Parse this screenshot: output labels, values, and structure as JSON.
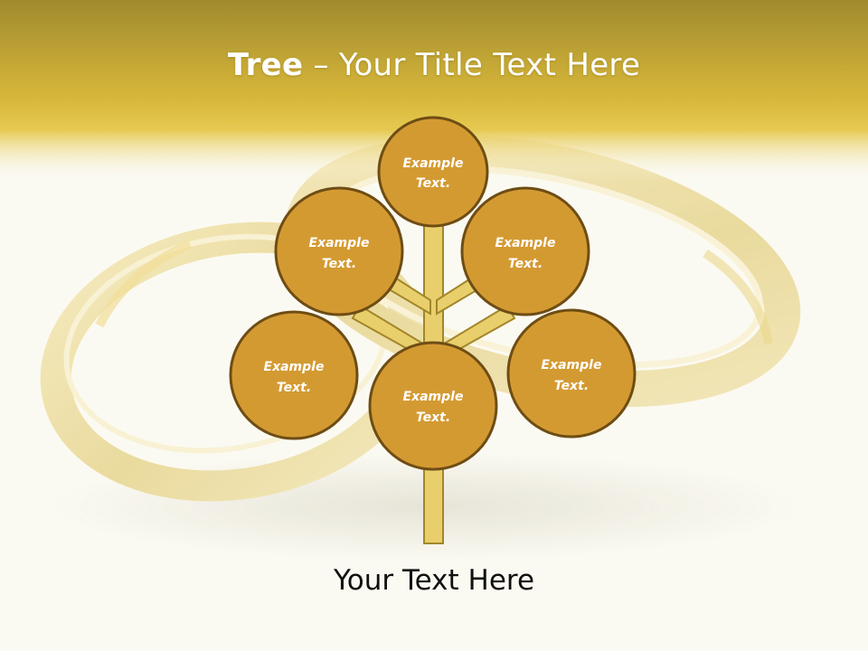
{
  "title": {
    "bold": "Tree",
    "separator": " – ",
    "rest": "Your Title Text Here"
  },
  "footer_text": "Your Text Here",
  "colors": {
    "banner_top": "#a38b2c",
    "banner_mid": "#e2c23e",
    "node_fill": "#d49a32",
    "node_stroke": "#6e4d14",
    "branch_fill": "#e9cf6c",
    "branch_stroke": "#a2862a"
  },
  "nodes": [
    {
      "id": "top",
      "line1": "Example",
      "line2": "Text."
    },
    {
      "id": "upper-left",
      "line1": "Example",
      "line2": "Text."
    },
    {
      "id": "upper-right",
      "line1": "Example",
      "line2": "Text."
    },
    {
      "id": "lower-left",
      "line1": "Example",
      "line2": "Text."
    },
    {
      "id": "center",
      "line1": "Example",
      "line2": "Text."
    },
    {
      "id": "lower-right",
      "line1": "Example",
      "line2": "Text."
    }
  ]
}
